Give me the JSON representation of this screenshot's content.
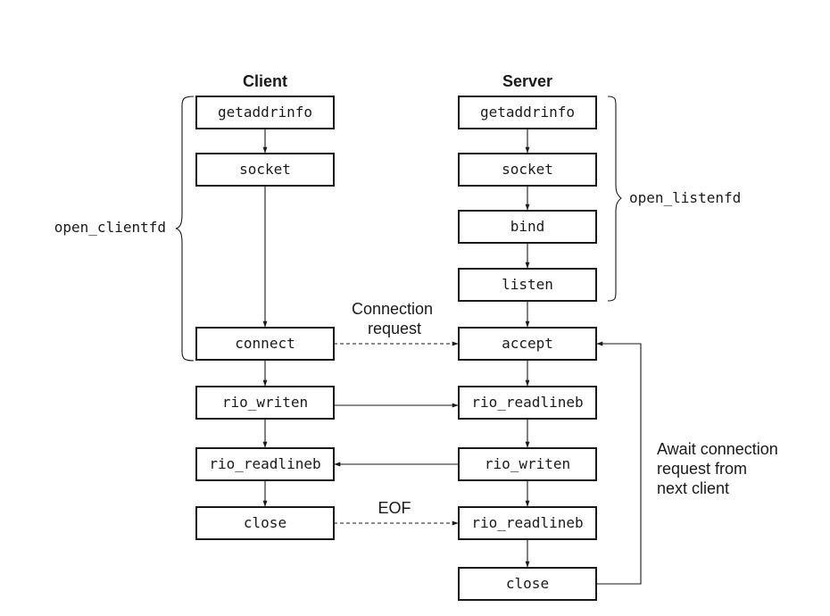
{
  "headers": {
    "client": "Client",
    "server": "Server"
  },
  "client": {
    "getaddrinfo": "getaddrinfo",
    "socket": "socket",
    "connect": "connect",
    "rio_writen": "rio_writen",
    "rio_readlineb": "rio_readlineb",
    "close": "close"
  },
  "server": {
    "getaddrinfo": "getaddrinfo",
    "socket": "socket",
    "bind": "bind",
    "listen": "listen",
    "accept": "accept",
    "rio_readlineb_1": "rio_readlineb",
    "rio_writen": "rio_writen",
    "rio_readlineb_2": "rio_readlineb",
    "close": "close"
  },
  "groups": {
    "open_clientfd": "open_clientfd",
    "open_listenfd": "open_listenfd"
  },
  "notes": {
    "connection_request": [
      "Connection",
      "request"
    ],
    "eof": "EOF",
    "await": [
      "Await connection",
      "request from",
      "next client"
    ]
  }
}
